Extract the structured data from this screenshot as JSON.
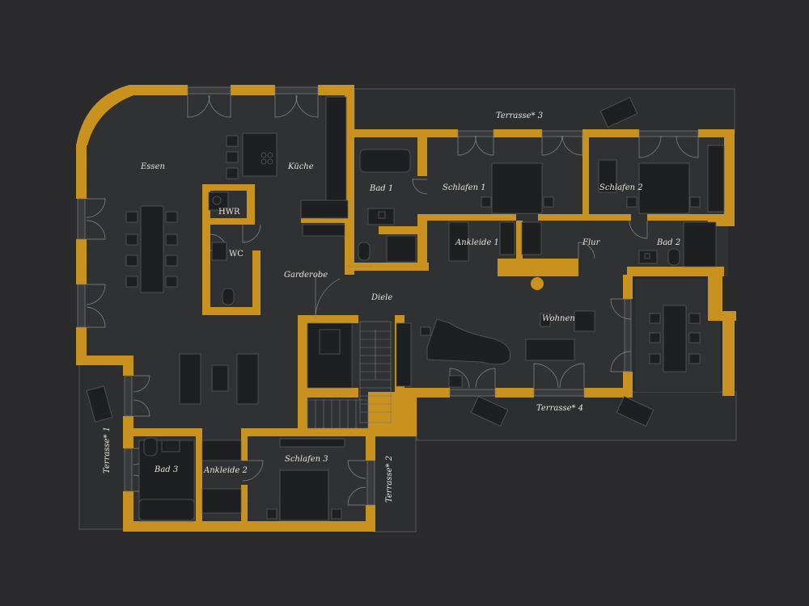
{
  "colors": {
    "background": "#2b2b2d",
    "floor": "#2f3032",
    "wall": "#c9921f",
    "line": "#6a6a6a",
    "furniture": "#1e1f21",
    "text": "#e6e3da"
  },
  "rooms": {
    "essen": "Essen",
    "kueche": "Küche",
    "hwr": "HWR",
    "wc": "WC",
    "garderobe": "Garderobe",
    "diele": "Diele",
    "bad1": "Bad 1",
    "schlafen1": "Schlafen 1",
    "schlafen2": "Schlafen 2",
    "ankleide1": "Ankleide 1",
    "flur": "Flur",
    "bad2": "Bad 2",
    "wohnen": "Wohnen",
    "bad3": "Bad 3",
    "ankleide2": "Ankleide 2",
    "schlafen3": "Schlafen 3"
  },
  "terraces": {
    "t1": "Terrasse* 1",
    "t2": "Terrasse* 2",
    "t3": "Terrasse* 3",
    "t4": "Terrasse* 4"
  }
}
